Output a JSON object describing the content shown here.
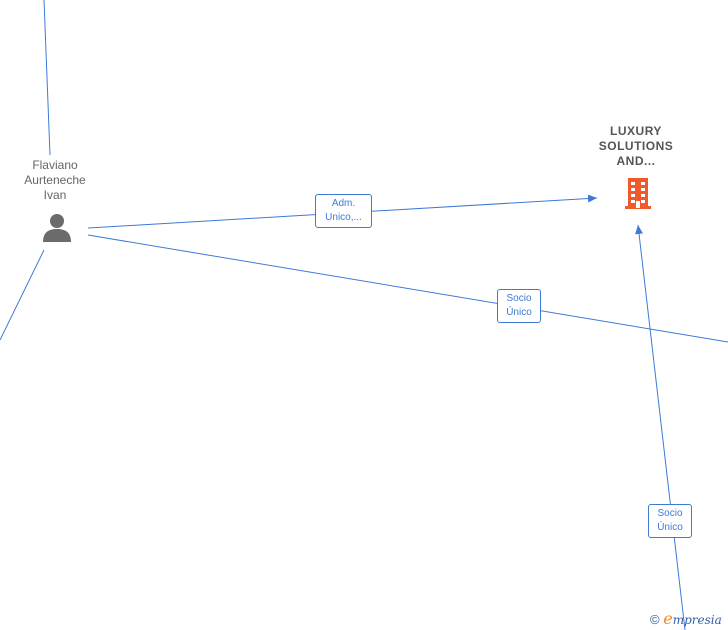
{
  "nodes": {
    "person": {
      "name_lines": [
        "Flaviano",
        "Aurteneche",
        "Ivan"
      ],
      "icon": "person-icon",
      "color": "#6b6b6b"
    },
    "company": {
      "name_lines": [
        "LUXURY",
        "SOLUTIONS",
        "AND..."
      ],
      "icon": "building-icon",
      "color": "#f0592b"
    }
  },
  "edges": [
    {
      "from": "person",
      "to": "company",
      "label_lines": [
        "Adm.",
        "Unico,..."
      ]
    },
    {
      "from": "person",
      "to": "offscreen-right",
      "label_lines": [
        "Socio",
        "Único"
      ]
    },
    {
      "from": "offscreen-bottom",
      "to": "company",
      "label_lines": [
        "Socio",
        "Único"
      ]
    }
  ],
  "colors": {
    "edge": "#3d7ad6",
    "brand_accent": "#f08c1a"
  },
  "watermark": {
    "symbol": "©",
    "brand_initial": "e",
    "brand_rest": "mpresia"
  }
}
